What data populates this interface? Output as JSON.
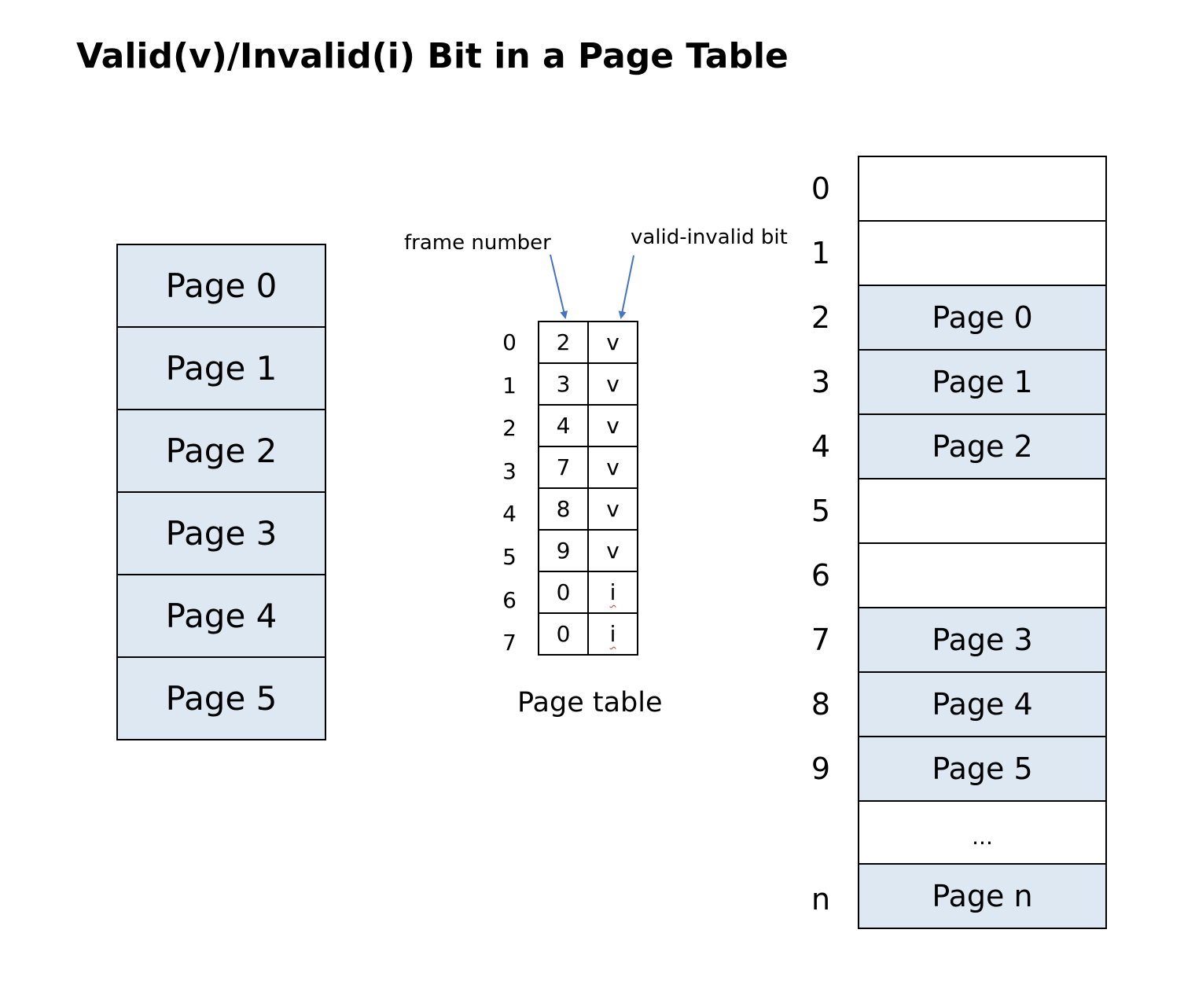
{
  "title": "Valid(v)/Invalid(i) Bit in a Page Table",
  "logical_memory": {
    "pages": [
      "Page 0",
      "Page 1",
      "Page 2",
      "Page 3",
      "Page 4",
      "Page 5"
    ]
  },
  "page_table": {
    "frame_label": "frame number",
    "bit_label": "valid-invalid bit",
    "caption": "Page table",
    "rows": [
      {
        "index": "0",
        "frame": "2",
        "bit": "v"
      },
      {
        "index": "1",
        "frame": "3",
        "bit": "v"
      },
      {
        "index": "2",
        "frame": "4",
        "bit": "v"
      },
      {
        "index": "3",
        "frame": "7",
        "bit": "v"
      },
      {
        "index": "4",
        "frame": "8",
        "bit": "v"
      },
      {
        "index": "5",
        "frame": "9",
        "bit": "v"
      },
      {
        "index": "6",
        "frame": "0",
        "bit": "i"
      },
      {
        "index": "7",
        "frame": "0",
        "bit": "i"
      }
    ],
    "arrow_color": "#4472c4"
  },
  "physical_memory": {
    "frames": [
      {
        "index": "0",
        "content": ""
      },
      {
        "index": "1",
        "content": ""
      },
      {
        "index": "2",
        "content": "Page 0"
      },
      {
        "index": "3",
        "content": "Page 1"
      },
      {
        "index": "4",
        "content": "Page 2"
      },
      {
        "index": "5",
        "content": ""
      },
      {
        "index": "6",
        "content": ""
      },
      {
        "index": "7",
        "content": "Page 3"
      },
      {
        "index": "8",
        "content": "Page 4"
      },
      {
        "index": "9",
        "content": "Page 5"
      },
      {
        "index": "",
        "content": "..."
      },
      {
        "index": "n",
        "content": "Page n"
      }
    ]
  },
  "colors": {
    "page_fill": "#dee8f3",
    "border": "#000000",
    "invalid_underline": "#d03030"
  }
}
